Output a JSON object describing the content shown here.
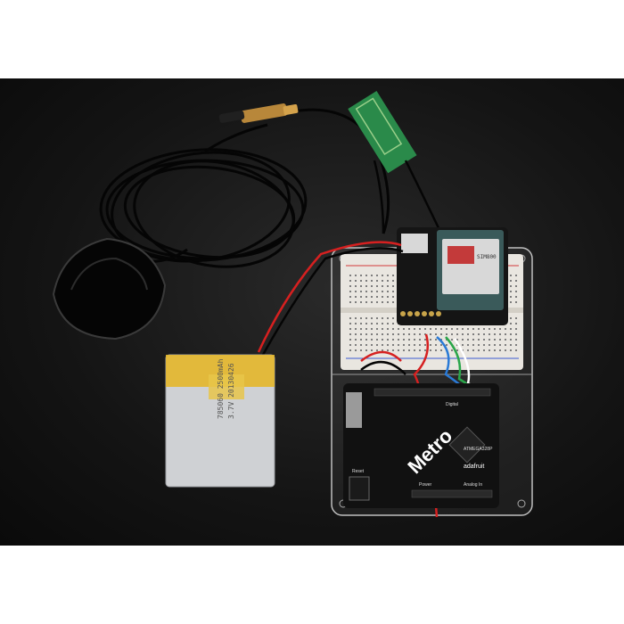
{
  "photo": {
    "battery_label_line1": "785060 2500mAh",
    "battery_label_line2": "3.7V 20130426",
    "gsm_module_label": "SIM800",
    "board_brand_text": "Metro",
    "board_logo_text": "adafruit",
    "board_chip_text": "ATMEGA328P",
    "board_header_power": "Power",
    "board_header_analog": "Analog In",
    "board_header_digital": "Digital",
    "board_reset_label": "Reset"
  },
  "colors": {
    "background": "#121212",
    "battery_tape": "#e3b62a",
    "antenna_pcb": "#2a8a4a",
    "board": "#111111",
    "cable": "#050505"
  }
}
